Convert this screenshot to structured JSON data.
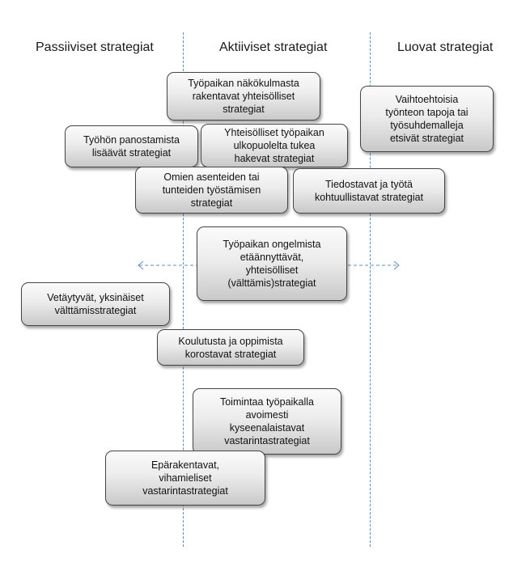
{
  "columns": {
    "passive": "Passiiviset strategiat",
    "active": "Aktiiviset strategiat",
    "creative": "Luovat strategiat"
  },
  "boxes": {
    "b1": "Työpaikan näkökulmasta\nrakentavat yhteisölliset\nstrategiat",
    "b2": "Vaihtoehtoisia\ntyönteon  tapoja tai\ntyösuhdemalleja\netsivät strategiat",
    "b3": "Työhön panostamista\nlisäävät strategiat",
    "b4": "Yhteisölliset työpaikan\nulkopuolelta tukea\nhakevat strategiat",
    "b5": "Omien asenteiden tai\ntunteiden työstämisen\nstrategiat",
    "b6": "Tiedostavat ja työtä\nkohtuullistavat strategiat",
    "b7": "Työpaikan ongelmista\netäännyttävät,\nyhteisölliset\n(välttämis)strategiat",
    "b8": "Vetäytyvät, yksinäiset\nvälttämisstrategiat",
    "b9": "Koulutusta ja oppimista\nkorostavat strategiat",
    "b10": "Toimintaa työpaikalla\navoimesti\nkyseenalaistavat\nvastarintastrategiat",
    "b11": "Epärakentavat,\nvihamieliset\nvastarintastrategiat"
  },
  "colors": {
    "divider": "#5b8fc9",
    "border": "#444444"
  }
}
